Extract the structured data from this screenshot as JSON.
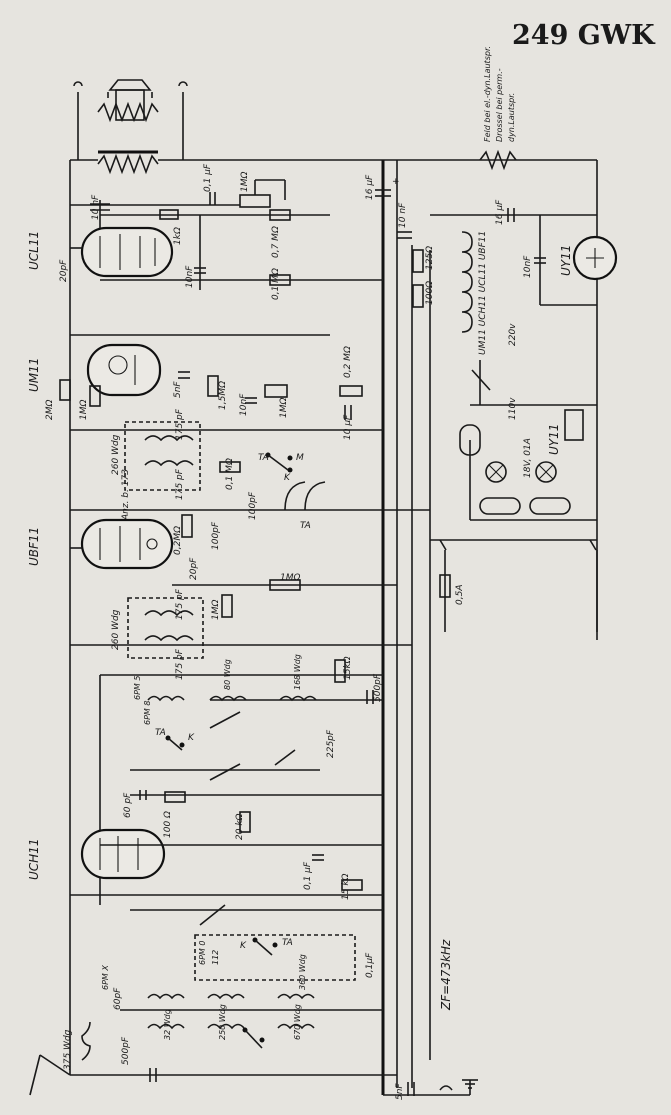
{
  "model": "249 GWK",
  "tubes": {
    "ucl11": "UCL11",
    "um11": "UM11",
    "ubf11": "UBF11",
    "uch11": "UCH11",
    "uy11": "UY11"
  },
  "speaker_note": [
    "Feld bei el.-dyn.Lautspr.",
    "Drossel bei perm.-",
    "dyn.Lautspr."
  ],
  "heater_chain": "UM11 UCH11 UCL11 UBF11",
  "mains": {
    "v220": "220v",
    "v110": "110v",
    "pilot": "18V, 01A",
    "fuse": "0,5A"
  },
  "if_freq": "ZF=473kHz",
  "labels": {
    "c_10nf_a": "10 nF",
    "c_20pf_a": "20pF",
    "r_1k": "1kΩ",
    "c_10nf_b": "10nF",
    "c_01uf": "0,1 μF",
    "p_1m": "1MΩ",
    "r_07m": "0,7 MΩ",
    "r_01m": "0,1 MΩ",
    "c_16uf_a": "16 μF",
    "c_10nf_c": "10 nF",
    "r_125": "125Ω",
    "r_100": "100Ω",
    "c_16uf_b": "16 μF",
    "c_10nf_d": "10nF",
    "r_2m": "2MΩ",
    "r_1m_a": "1MΩ",
    "c_5nf": "5nF",
    "r_15m": "1,5MΩ",
    "c_10nf_e": "10nF",
    "p_1m_b": "1MΩ",
    "r_02m": "0,2 MΩ",
    "c_10uf": "10 μF",
    "if1": "260 Wdg",
    "c_175_a": "175 pF",
    "anz": "Anz. b. 173",
    "c_175_b": "175 pF",
    "r_01m_b": "0,1 MΩ",
    "sw_ta": "TA",
    "sw_m": "M",
    "sw_k": "K",
    "r_02m_b": "0,2MΩ",
    "c_100pf_a": "100pF",
    "c_100pf_b": "100pF",
    "c_20pf_b": "20pF",
    "r_1m_b": "1MΩ",
    "if2": "260 Wdg",
    "c_175_c": "175 pF",
    "r_1m_c": "1MΩ",
    "c_175_d": "175 pF",
    "osc_6pm5": "6PM 5",
    "osc_6pm8": "6PM 8",
    "osc_80": "80 Wdg",
    "osc_168": "168 Wdg",
    "r_15k": "15kΩ",
    "c_500pf": "500pF",
    "c_225pf": "225pF",
    "c_60pf": "60 pF",
    "r_100b": "100 Ω",
    "r_20k": "20 kΩ",
    "c_01uf_b": "0,1 μF",
    "r_15k_b": "15 kΩ",
    "c_01uf_c": "0,1μF",
    "ant_6pm": "6PM 0",
    "ant_112": "112",
    "ant_6pm_x": "6PM X",
    "ant_60": "60pF",
    "ant_360": "360 Wdg",
    "ant_375": "375 Wdg",
    "ant_500": "500pF",
    "ant_32": "32 Wdg",
    "ant_250": "250 Wdg",
    "ant_670": "670 Wdg",
    "ant_5nf": "5nF"
  }
}
